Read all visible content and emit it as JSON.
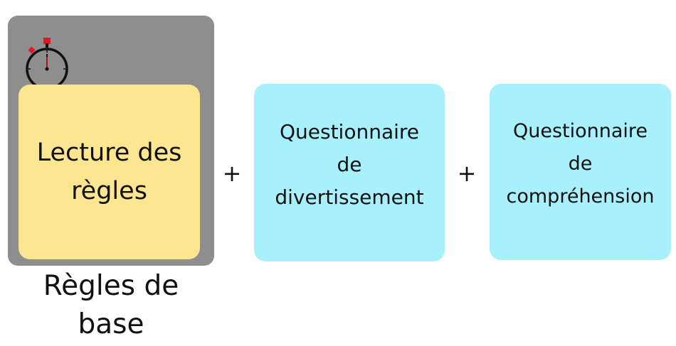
{
  "group": {
    "timer_icon": "stopwatch-icon",
    "caption": "Règles de\nbase",
    "reading_label": "Lecture des règles"
  },
  "operators": {
    "plus_1": "+",
    "plus_2": "+"
  },
  "quizzes": [
    {
      "label": "Questionnaire\nde\ndivertissement"
    },
    {
      "label": "Questionnaire\nde\ncompréhension"
    }
  ],
  "colors": {
    "group_background": "#8e8e8e",
    "reading_box": "#fde692",
    "quiz_box": "#a8f1fc",
    "timer_accent": "#e8141e"
  }
}
